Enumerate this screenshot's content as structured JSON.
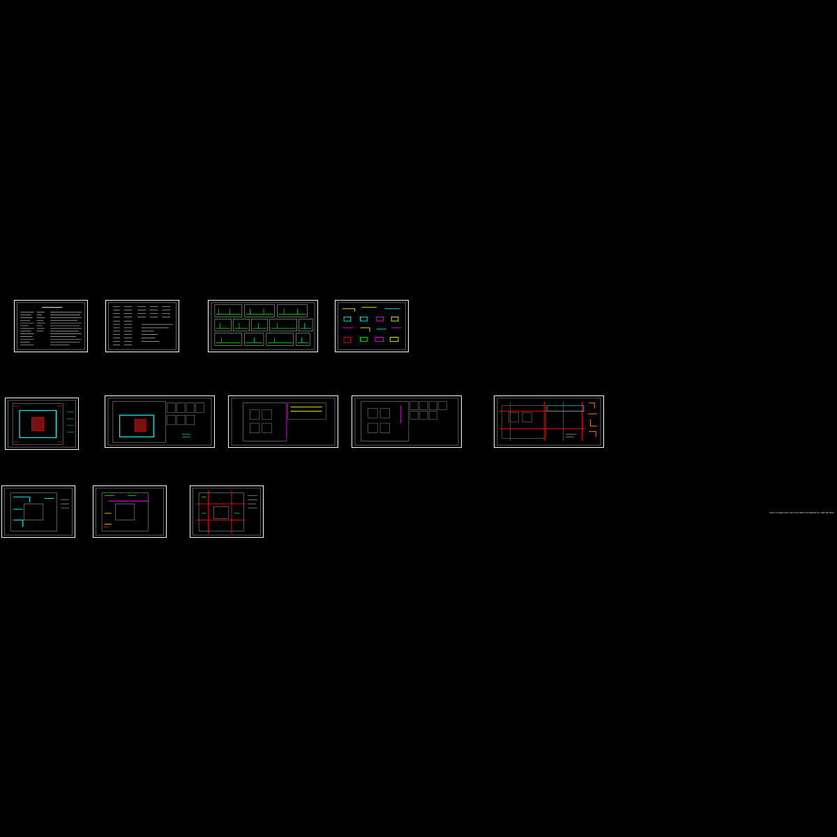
{
  "drawing": {
    "title": "",
    "background_color": "#000000",
    "line_colors": {
      "frame": "#ffffff",
      "cyan": "#00ffff",
      "red": "#ff0000",
      "magenta": "#ff00ff",
      "yellow": "#ffff00",
      "green": "#00ff00",
      "orange": "#ff8000",
      "gray": "#9a9a9a"
    },
    "sheets": [
      {
        "id": "s1",
        "kind": "text-notes"
      },
      {
        "id": "s2",
        "kind": "schedule-table"
      },
      {
        "id": "s3",
        "kind": "detail-grid"
      },
      {
        "id": "s4",
        "kind": "detail-colored"
      },
      {
        "id": "s5",
        "kind": "floor-plan-cyan"
      },
      {
        "id": "s6",
        "kind": "floor-plan-wide"
      },
      {
        "id": "s7",
        "kind": "floor-plan-wide"
      },
      {
        "id": "s8",
        "kind": "floor-plan-wide"
      },
      {
        "id": "s9",
        "kind": "floor-plan-red"
      },
      {
        "id": "s10",
        "kind": "floor-plan-cyan"
      },
      {
        "id": "s11",
        "kind": "floor-plan-mixed"
      },
      {
        "id": "s12",
        "kind": "floor-plan-red"
      }
    ],
    "footer_url": "Cad 2 Construction and Civil Work Architects for CAD 2D Files"
  }
}
